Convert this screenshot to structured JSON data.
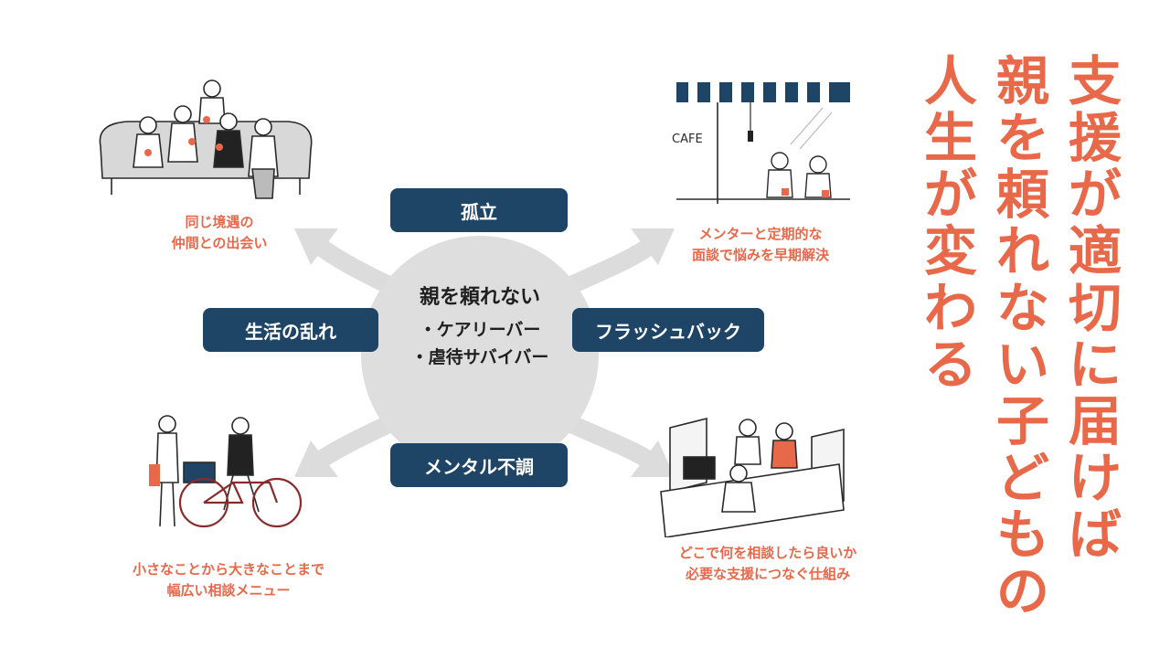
{
  "center": {
    "title": "親を頼れない",
    "items": [
      "・ケアリーバー",
      "・虐待サバイバー"
    ]
  },
  "issues": {
    "top": "孤立",
    "left": "生活の乱れ",
    "right": "フラッシュバック",
    "bottom": "メンタル不調"
  },
  "captions": {
    "top_left": [
      "同じ境遇の",
      "仲間との出会い"
    ],
    "top_right": [
      "メンターと定期的な",
      "面談で悩みを早期解決"
    ],
    "bottom_left": [
      "小さなことから大きなことまで",
      "幅広い相談メニュー"
    ],
    "bottom_right": [
      "どこで何を相談したら良いか",
      "必要な支援につなぐ仕組み"
    ]
  },
  "headline": [
    "人生が変わる",
    "親を頼れない子どもの",
    "支援が適切に届けば"
  ],
  "cafe_sign": "CAFE",
  "colors": {
    "navy": "#1e4466",
    "accent": "#e8684a",
    "circle": "#dedede",
    "arrow": "#dcdcdc"
  }
}
